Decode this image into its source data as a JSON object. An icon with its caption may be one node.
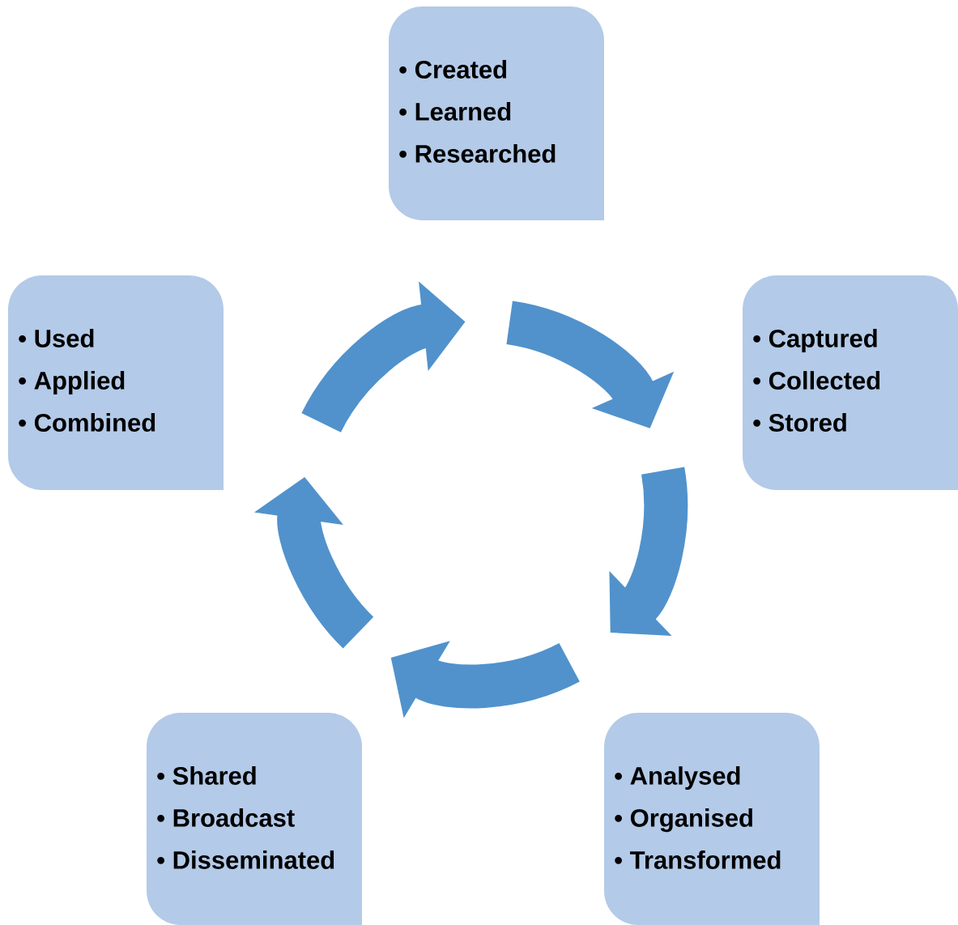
{
  "diagram": {
    "nodes": [
      {
        "text": [
          "• Created",
          "• Learned",
          "• Researched"
        ]
      },
      {
        "text": [
          "• Used",
          "• Applied",
          "• Combined"
        ]
      },
      {
        "text": [
          "• Captured",
          "• Collected",
          "• Stored"
        ]
      },
      {
        "text": [
          "• Shared",
          "• Broadcast",
          "• Disseminated"
        ]
      },
      {
        "text": [
          "• Analysed",
          "• Organised",
          "• Transformed"
        ]
      }
    ]
  }
}
